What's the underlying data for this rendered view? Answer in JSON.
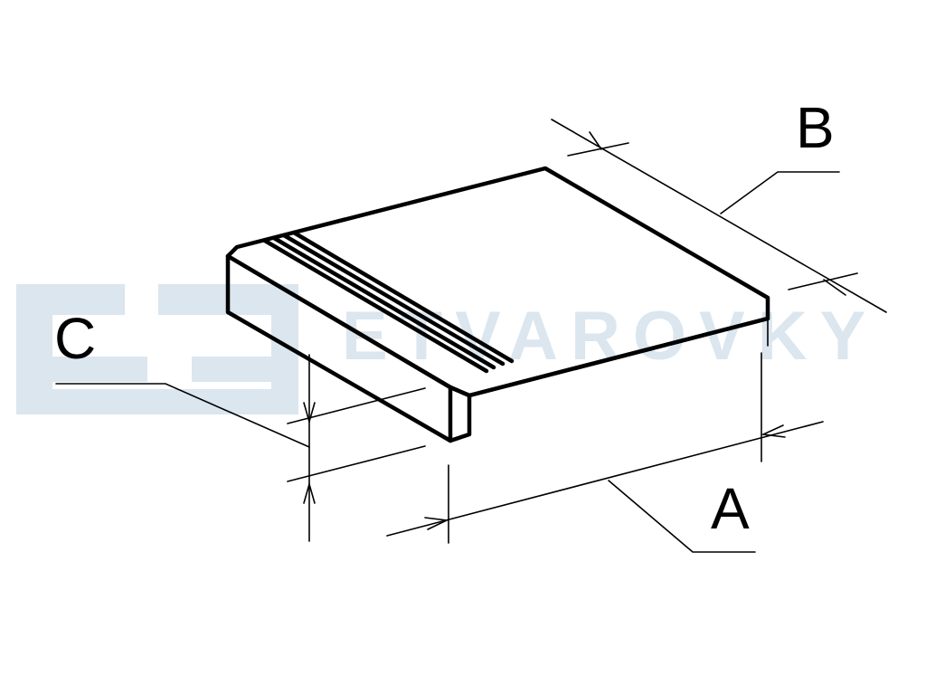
{
  "diagram": {
    "labels": {
      "a": "A",
      "b": "B",
      "c": "C"
    },
    "watermark": {
      "text": "ETVAROVKY",
      "color": "#dbe6ef"
    }
  }
}
